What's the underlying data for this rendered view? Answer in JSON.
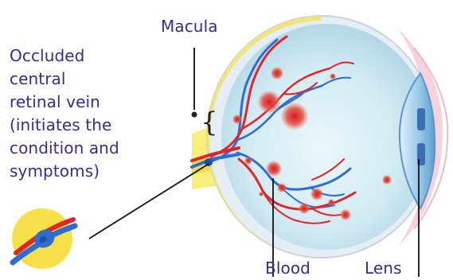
{
  "labels": {
    "macula": "Macula",
    "occluded_lines": [
      "Occluded",
      "central",
      "retinal vein",
      "(initiates the",
      "condition and",
      "symptoms)"
    ],
    "blood": "Blood",
    "lens": "Lens"
  },
  "colors": {
    "label_text": "#3b2a8e",
    "sclera": "#e8f0f7",
    "vitreous": "#cbe8f1",
    "optic_nerve": "#f8ee7c",
    "inset_circle": "#f6e04a",
    "artery": "#e0262d",
    "vein": "#2e6dd0",
    "hemorrhage": "#e24036",
    "lens": "#a7d1ee",
    "cornea_front": "#f8d8e2"
  },
  "icons": {
    "magnified_vessel": "occlusion-inset-icon",
    "macula_bracket": "brace-icon"
  }
}
